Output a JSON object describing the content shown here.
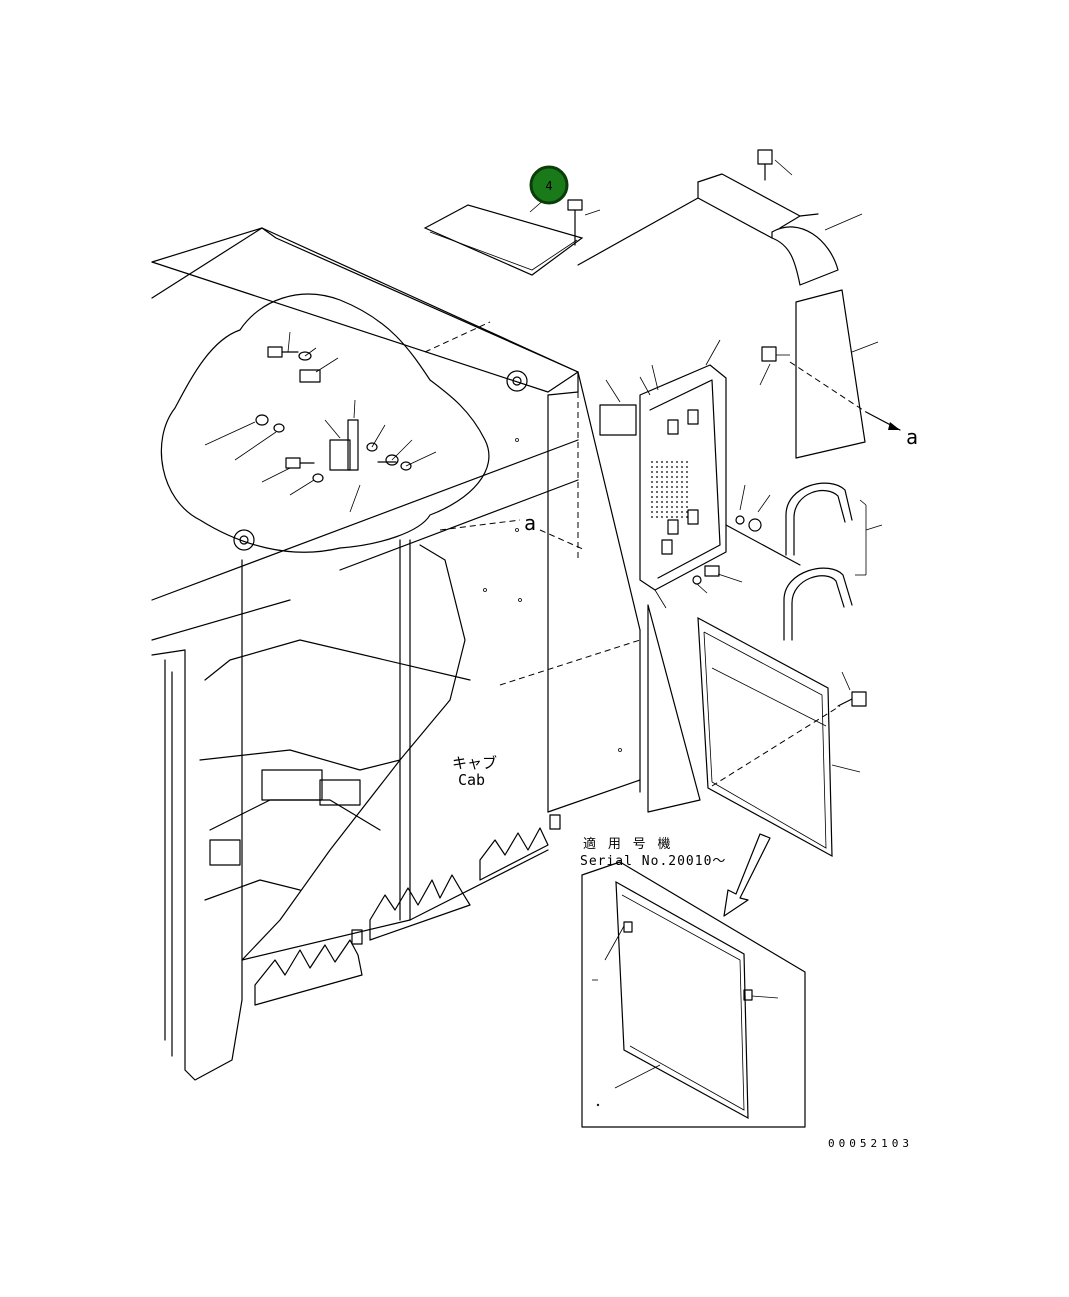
{
  "callout": {
    "number": "4",
    "color": "#1a7a1a",
    "ring_color": "#0b3d0b"
  },
  "labels": {
    "cab_jp": "キャブ",
    "cab_en": "Cab",
    "view_marker_1": "a",
    "view_marker_2": "a",
    "applicable_jp": "適 用 号 機",
    "serial": "Serial No.20010～",
    "drawing_number": "00052103"
  },
  "colors": {
    "line": "#000000",
    "background": "#ffffff"
  }
}
